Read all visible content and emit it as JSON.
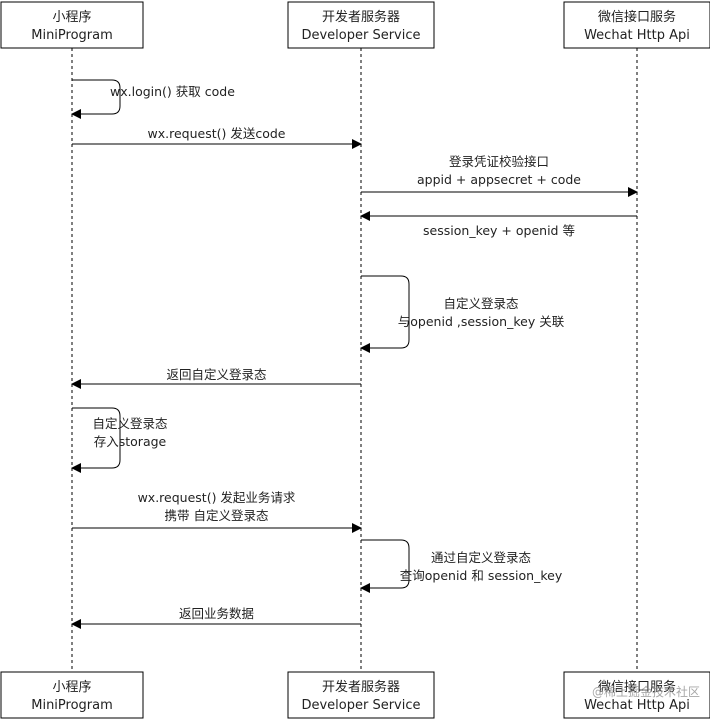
{
  "participants": [
    {
      "line1": "小程序",
      "line2": "MiniProgram"
    },
    {
      "line1": "开发者服务器",
      "line2": "Developer Service"
    },
    {
      "line1": "微信接口服务",
      "line2": "Wechat Http Api"
    }
  ],
  "messages": [
    {
      "kind": "self",
      "lines": [
        "wx.login() 获取 code"
      ]
    },
    {
      "kind": "arrow",
      "from": 0,
      "to": 1,
      "lines": [
        "wx.request() 发送code"
      ]
    },
    {
      "kind": "arrow",
      "from": 1,
      "to": 2,
      "lines": [
        "登录凭证校验接口",
        "appid + appsecret + code"
      ]
    },
    {
      "kind": "arrow",
      "from": 2,
      "to": 1,
      "lines": [
        "session_key + openid 等"
      ]
    },
    {
      "kind": "self",
      "lines": [
        "自定义登录态",
        "与openid ,session_key 关联"
      ]
    },
    {
      "kind": "arrow",
      "from": 1,
      "to": 0,
      "lines": [
        "返回自定义登录态"
      ]
    },
    {
      "kind": "self",
      "lines": [
        "自定义登录态",
        "存入storage"
      ]
    },
    {
      "kind": "arrow",
      "from": 0,
      "to": 1,
      "lines": [
        "wx.request() 发起业务请求",
        "携带 自定义登录态"
      ]
    },
    {
      "kind": "self",
      "lines": [
        "通过自定义登录态",
        "查询openid 和 session_key"
      ]
    },
    {
      "kind": "arrow",
      "from": 1,
      "to": 0,
      "lines": [
        "返回业务数据"
      ]
    }
  ],
  "watermark": "@稀土掘金技术社区",
  "colors": {
    "line": "#000000",
    "box_border": "#000000",
    "box_fill": "#ffffff",
    "text": "#222222"
  }
}
